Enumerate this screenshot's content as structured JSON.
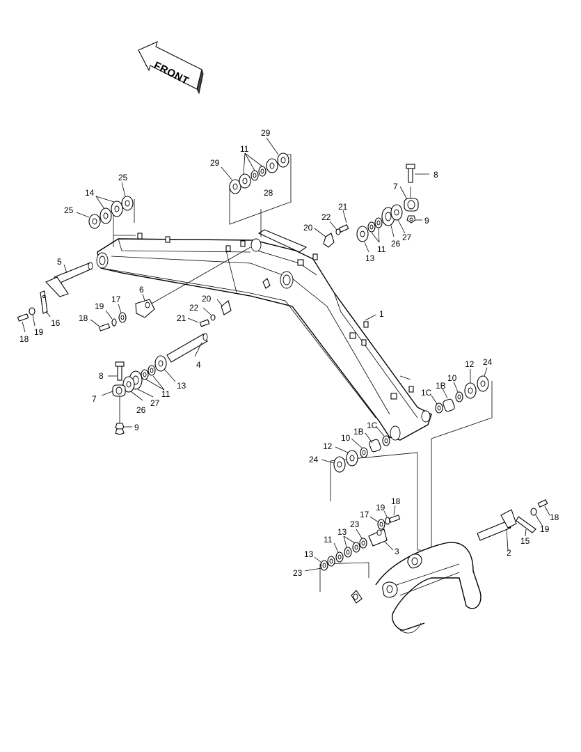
{
  "direction_label": "FRONT",
  "callouts": [
    {
      "id": "c1",
      "text": "1"
    },
    {
      "id": "c1b_upper",
      "text": "1B"
    },
    {
      "id": "c1c_upper",
      "text": "1C"
    },
    {
      "id": "c1b_lower",
      "text": "1B"
    },
    {
      "id": "c1c_lower",
      "text": "1C"
    },
    {
      "id": "c2",
      "text": "2"
    },
    {
      "id": "c3",
      "text": "3"
    },
    {
      "id": "c4",
      "text": "4"
    },
    {
      "id": "c5",
      "text": "5"
    },
    {
      "id": "c6",
      "text": "6"
    },
    {
      "id": "c7_top",
      "text": "7"
    },
    {
      "id": "c7_left",
      "text": "7"
    },
    {
      "id": "c8_top",
      "text": "8"
    },
    {
      "id": "c8_left",
      "text": "8"
    },
    {
      "id": "c9_top",
      "text": "9"
    },
    {
      "id": "c9_left",
      "text": "9"
    },
    {
      "id": "c10_upper",
      "text": "10"
    },
    {
      "id": "c10_lower",
      "text": "10"
    },
    {
      "id": "c11_top",
      "text": "11"
    },
    {
      "id": "c11_right",
      "text": "11"
    },
    {
      "id": "c11_left",
      "text": "11"
    },
    {
      "id": "c11_bottom",
      "text": "11"
    },
    {
      "id": "c12_upper",
      "text": "12"
    },
    {
      "id": "c12_lower",
      "text": "12"
    },
    {
      "id": "c13_right",
      "text": "13"
    },
    {
      "id": "c13_left",
      "text": "13"
    },
    {
      "id": "c13_bottom_a",
      "text": "13"
    },
    {
      "id": "c13_bottom_b",
      "text": "13"
    },
    {
      "id": "c14",
      "text": "14"
    },
    {
      "id": "c15",
      "text": "15"
    },
    {
      "id": "c16",
      "text": "16"
    },
    {
      "id": "c17_left",
      "text": "17"
    },
    {
      "id": "c17_bottom",
      "text": "17"
    },
    {
      "id": "c18_a",
      "text": "18"
    },
    {
      "id": "c18_b",
      "text": "18"
    },
    {
      "id": "c18_c",
      "text": "18"
    },
    {
      "id": "c18_d",
      "text": "18"
    },
    {
      "id": "c19_a",
      "text": "19"
    },
    {
      "id": "c19_b",
      "text": "19"
    },
    {
      "id": "c19_c",
      "text": "19"
    },
    {
      "id": "c19_d",
      "text": "19"
    },
    {
      "id": "c20_top",
      "text": "20"
    },
    {
      "id": "c20_mid",
      "text": "20"
    },
    {
      "id": "c21_top",
      "text": "21"
    },
    {
      "id": "c21_mid",
      "text": "21"
    },
    {
      "id": "c22_top",
      "text": "22"
    },
    {
      "id": "c22_mid",
      "text": "22"
    },
    {
      "id": "c23_a",
      "text": "23"
    },
    {
      "id": "c23_b",
      "text": "23"
    },
    {
      "id": "c24_upper",
      "text": "24"
    },
    {
      "id": "c24_lower",
      "text": "24"
    },
    {
      "id": "c25_top",
      "text": "25"
    },
    {
      "id": "c25_left",
      "text": "25"
    },
    {
      "id": "c26_right",
      "text": "26"
    },
    {
      "id": "c26_left",
      "text": "26"
    },
    {
      "id": "c27_right",
      "text": "27"
    },
    {
      "id": "c27_left",
      "text": "27"
    },
    {
      "id": "c28",
      "text": "28"
    },
    {
      "id": "c29_top",
      "text": "29"
    },
    {
      "id": "c29_left",
      "text": "29"
    }
  ]
}
